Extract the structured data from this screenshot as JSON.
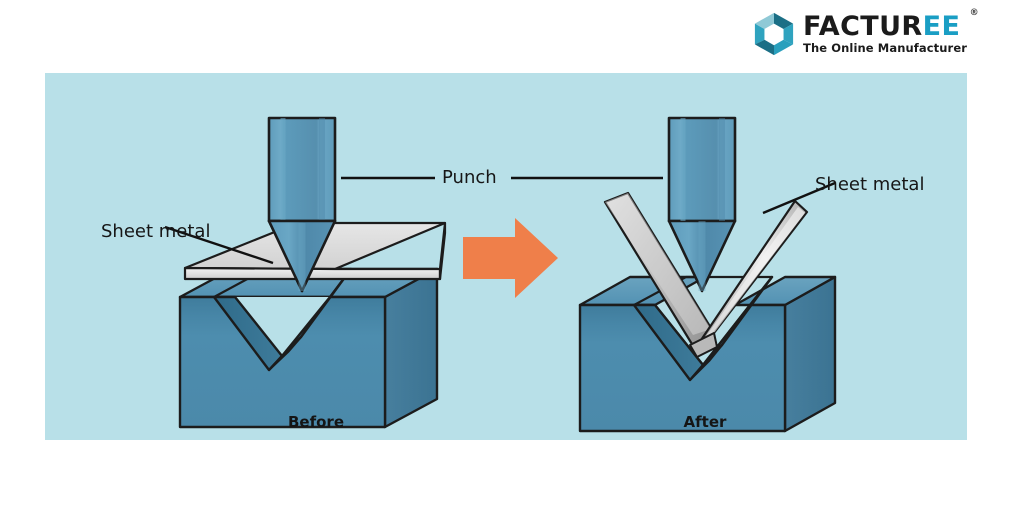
{
  "brand": {
    "logo_icon": "hexagon-cube-logo",
    "name_part1": "FACTUR",
    "name_part2": "EE",
    "registered": "®",
    "tagline": "The Online Manufacturer",
    "color_dark": "#1b1b1b",
    "color_teal": "#1a9ec4",
    "color_hex_dark": "#1b6f86",
    "color_hex_mid": "#2fa3bf",
    "color_hex_light": "#8fc9d6"
  },
  "panel": {
    "background": "#b8e0e8",
    "arrow_icon": "right-arrow-icon",
    "arrow_color": "#ef7f4a"
  },
  "diagrams": [
    {
      "id": "before",
      "caption": "Before",
      "labels": [
        {
          "id": "sheet-metal-left",
          "text": "Sheet metal"
        }
      ],
      "parts": [
        "punch",
        "sheet-metal-flat",
        "v-die-block"
      ]
    },
    {
      "id": "after",
      "caption": "After",
      "labels": [
        {
          "id": "sheet-metal-right",
          "text": "Sheet metal"
        }
      ],
      "parts": [
        "punch",
        "sheet-metal-bent",
        "v-die-block"
      ]
    }
  ],
  "shared_labels": [
    {
      "id": "punch",
      "text": "Punch"
    }
  ],
  "colors": {
    "punch_body_light": "#6ba7c4",
    "punch_body_mid": "#5e9cbb",
    "punch_body_dark": "#4e87a8",
    "punch_tip": "#4d87a9",
    "die_face": "#4c89ab",
    "die_top": "#5896b6",
    "die_side": "#3f7897",
    "die_groove": "#36708f",
    "sheet_light": "#e2e2e2",
    "sheet_mid": "#c9c9c9",
    "sheet_dark": "#9a9a9a",
    "outline": "#1c1c1c"
  }
}
